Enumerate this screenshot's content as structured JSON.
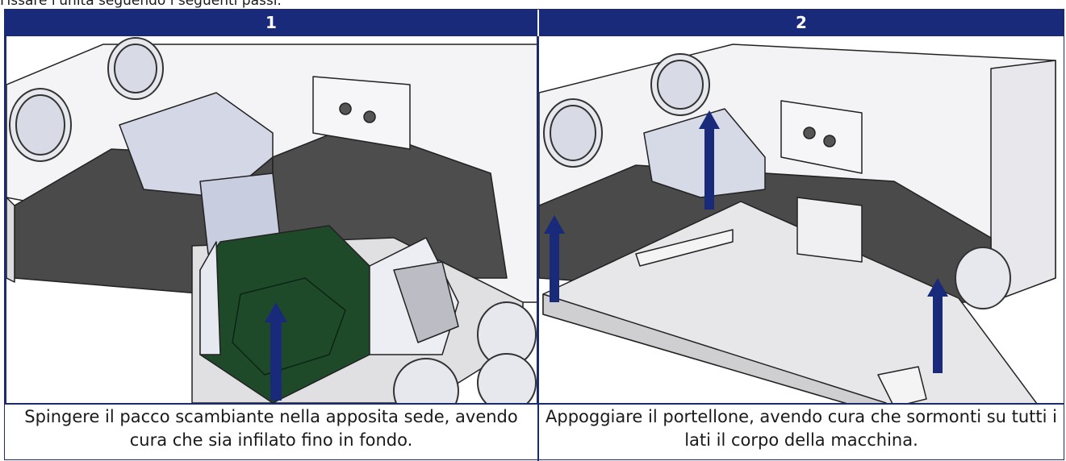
{
  "intro_text": "Fissare l'unità seguendo i seguenti passi.",
  "steps": [
    {
      "number": "1",
      "caption": "Spingere il pacco scambiante nella apposita sede, avendo cura che sia infilato fino in fondo."
    },
    {
      "number": "2",
      "caption": "Appoggiare il portellone, avendo cura che sormonti su tutti i lati il corpo della macchina."
    }
  ],
  "colors": {
    "header_bg": "#1a2a7a",
    "arrow": "#1a2a7a",
    "exchanger": "#1f4a2a"
  }
}
